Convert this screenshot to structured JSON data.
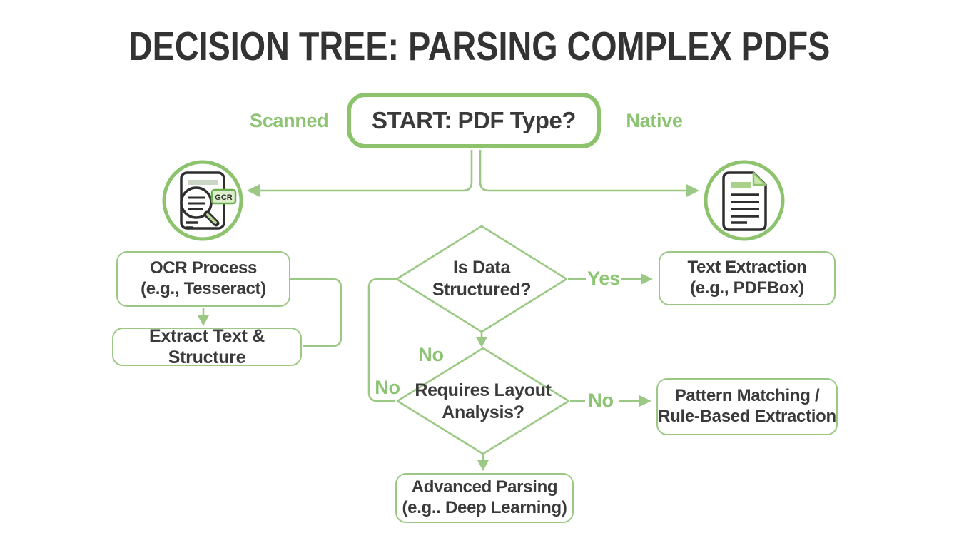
{
  "title": "DECISION TREE: PARSING COMPLEX PDFS",
  "colors": {
    "accent_strong": "#8cc36c",
    "accent_line": "#9cc885",
    "label_green": "#8cc473",
    "text_dark": "#3a3a3a",
    "icon_dark": "#2e2e2e"
  },
  "start_node": {
    "label": "START: PDF Type?"
  },
  "branch_labels": {
    "left": "Scanned",
    "right": "Native"
  },
  "icons": {
    "scanned_doc_badge": "GCR"
  },
  "nodes": {
    "ocr_process": {
      "line1": "OCR Process",
      "line2": "(e.g., Tesseract)"
    },
    "extract_text": {
      "line1": "Extract Text & Structure"
    },
    "is_data_structured": {
      "line1": "Is Data",
      "line2": "Structured?"
    },
    "text_extraction": {
      "line1": "Text Extraction",
      "line2": "(e.g., PDFBox)"
    },
    "requires_layout": {
      "line1": "Requires Layout",
      "line2": "Analysis?"
    },
    "pattern_matching": {
      "line1": "Pattern Matching /",
      "line2": "Rule-Based Extraction"
    },
    "advanced_parsing": {
      "line1": "Advanced Parsing",
      "line2": "(e.g.. Deep Learning)"
    }
  },
  "edge_labels": {
    "yes": "Yes",
    "no_center": "No",
    "no_left": "No",
    "no_right": "No"
  }
}
